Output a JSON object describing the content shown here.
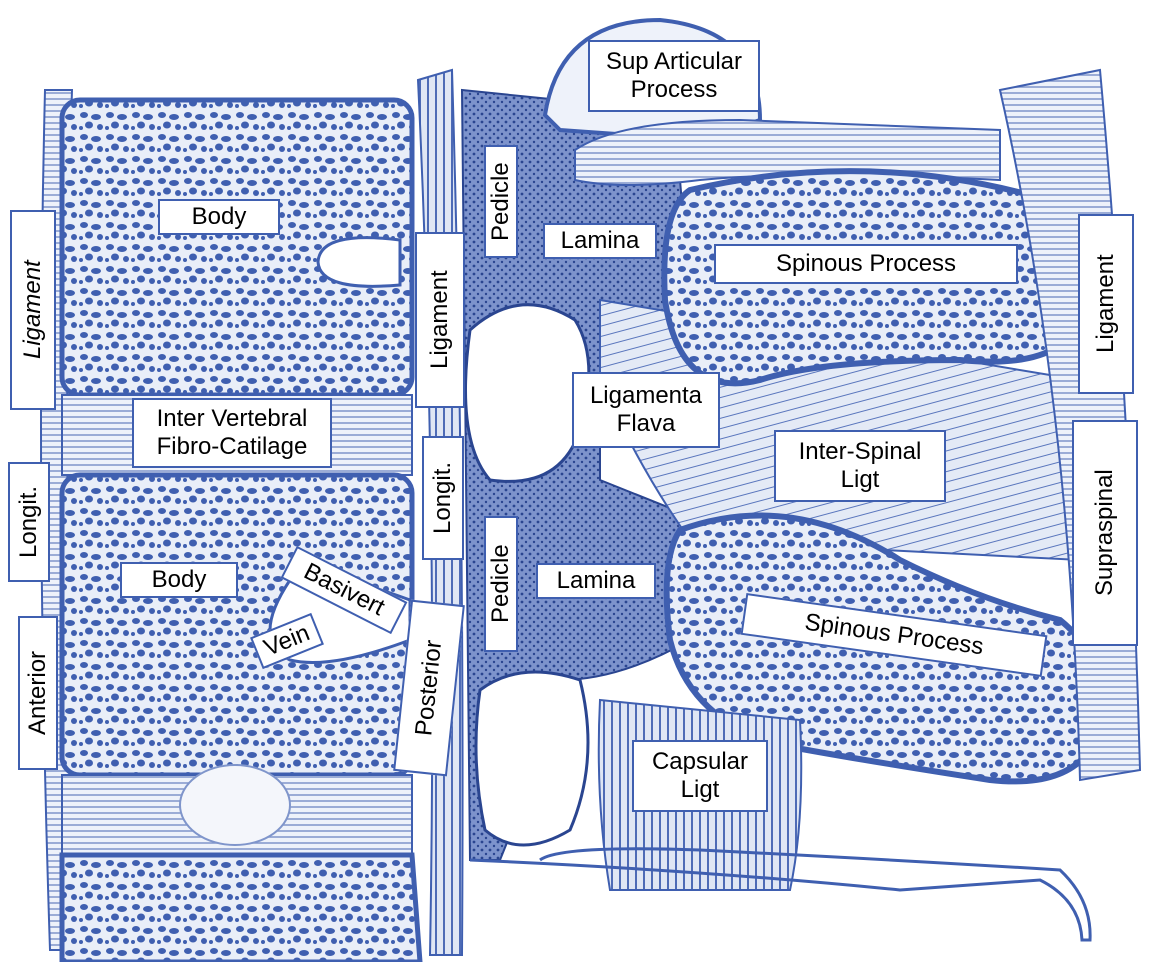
{
  "colors": {
    "ink": "#3f5fb0",
    "ink_light": "#9fb1d8",
    "ink_dark": "#2a4590",
    "label_border": "#3f5fb0"
  },
  "labels": {
    "sup_articular_1": "Sup Articular",
    "sup_articular_2": "Process",
    "body_top": "Body",
    "body_bottom": "Body",
    "ligament_left": "Ligament",
    "ligament_mid": "Ligament",
    "ligament_right": "Ligament",
    "pedicle_top": "Pedicle",
    "pedicle_bottom": "Pedicle",
    "lamina_top": "Lamina",
    "lamina_bottom": "Lamina",
    "spinous_top": "Spinous Process",
    "spinous_bottom": "Spinous Process",
    "intervertebral_1": "Inter Vertebral",
    "intervertebral_2": "Fibro-Catilage",
    "ligamenta_flava_1": "Ligamenta",
    "ligamenta_flava_2": "Flava",
    "interspinal_1": "Inter-Spinal",
    "interspinal_2": "Ligt",
    "longit_left": "Longit.",
    "longit_mid": "Longit.",
    "supraspinal": "Supraspinal",
    "basivert": "Basivert",
    "vein": "Vein",
    "anterior": "Anterior",
    "posterior": "Posterior",
    "capsular_1": "Capsular",
    "capsular_2": "Ligt"
  }
}
